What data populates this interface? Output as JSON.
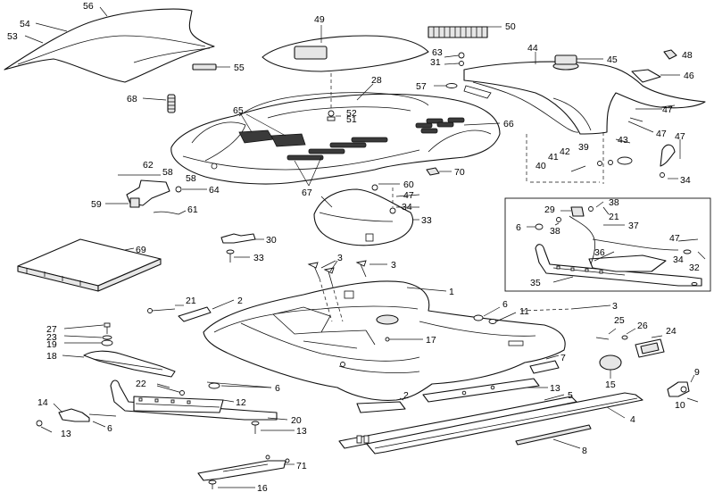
{
  "callouts": {
    "c1": "1",
    "c2a": "2",
    "c2b": "2",
    "c3a": "3",
    "c3b": "3",
    "c3c": "3",
    "c4": "4",
    "c5": "5",
    "c6a": "6",
    "c6b": "6",
    "c6c": "6",
    "c6d": "6",
    "c7": "7",
    "c8": "8",
    "c9": "9",
    "c10": "10",
    "c11": "11",
    "c12": "12",
    "c13a": "13",
    "c13b": "13",
    "c13c": "13",
    "c14": "14",
    "c15": "15",
    "c16": "16",
    "c17": "17",
    "c18": "18",
    "c19": "19",
    "c20": "20",
    "c21a": "21",
    "c21b": "21",
    "c22": "22",
    "c23": "23",
    "c24": "24",
    "c25": "25",
    "c26": "26",
    "c27": "27",
    "c28": "28",
    "c29": "29",
    "c30": "30",
    "c31": "31",
    "c32": "32",
    "c33a": "33",
    "c33b": "33",
    "c34a": "34",
    "c34b": "34",
    "c34c": "34",
    "c35": "35",
    "c36": "36",
    "c37": "37",
    "c38a": "38",
    "c38b": "38",
    "c39": "39",
    "c40": "40",
    "c41": "41",
    "c42": "42",
    "c43": "43",
    "c44": "44",
    "c45": "45",
    "c46": "46",
    "c47a": "47",
    "c47b": "47",
    "c47c": "47",
    "c47d": "47",
    "c47e": "47",
    "c48": "48",
    "c49": "49",
    "c50": "50",
    "c51": "51",
    "c52": "52",
    "c53": "53",
    "c54": "54",
    "c55": "55",
    "c56": "56",
    "c57": "57",
    "c58a": "58",
    "c58b": "58",
    "c59": "59",
    "c60": "60",
    "c61": "61",
    "c62": "62",
    "c63": "63",
    "c64": "64",
    "c65": "65",
    "c66": "66",
    "c67": "67",
    "c68": "68",
    "c69": "69",
    "c70": "70",
    "c71": "71"
  }
}
